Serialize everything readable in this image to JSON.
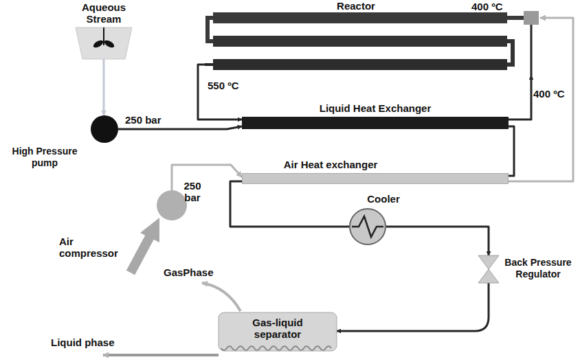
{
  "diagram": {
    "nodes": [
      {
        "text": [
          "Aqueous Stream"
        ]
      },
      {
        "text": [
          "High Pressure pump"
        ]
      },
      {
        "text": [
          "Reactor"
        ]
      },
      {
        "text": [
          "Liquid Heat Exchanger"
        ]
      },
      {
        "text": [
          "Air Heat exchanger"
        ]
      },
      {
        "text": [
          "Air compressor"
        ]
      },
      {
        "text": [
          "Cooler"
        ]
      },
      {
        "text": [
          "Back Pressure Regulator"
        ]
      },
      {
        "text": [
          "Gas-liquid separator"
        ]
      }
    ],
    "edges": [
      {
        "from": 0,
        "to": 1,
        "arrow": "to"
      },
      {
        "from": 1,
        "to": 3,
        "arrow": "to"
      },
      {
        "from": 3,
        "to": 2,
        "arrow": "to"
      },
      {
        "from": 2,
        "to": 3,
        "arrow": "to"
      },
      {
        "from": 5,
        "to": 4,
        "arrow": "to"
      },
      {
        "from": 4,
        "to": 2,
        "arrow": "to"
      },
      {
        "from": 3,
        "to": 4,
        "arrow": "none"
      },
      {
        "from": 4,
        "to": 6,
        "arrow": "none"
      },
      {
        "from": 6,
        "to": 7,
        "arrow": "to"
      },
      {
        "from": 7,
        "to": 8,
        "arrow": "to"
      }
    ],
    "labels": [
      "400 ºC",
      "550 ºC",
      "400 ºC",
      "250 bar",
      "250 bar",
      "GasPhase",
      "Liquid phase"
    ]
  }
}
